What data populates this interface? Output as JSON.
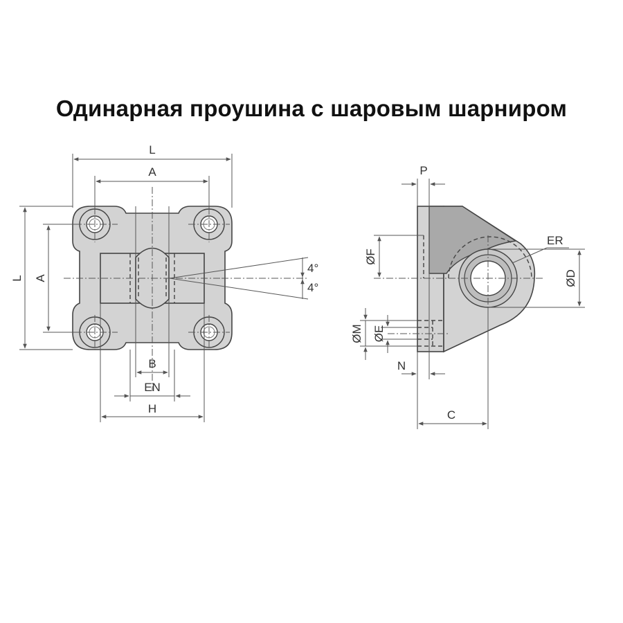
{
  "title": "Одинарная проушина с шаровым шарниром",
  "front_view": {
    "labels": {
      "L_top": "L",
      "A_top": "A",
      "L_side": "L",
      "A_side": "A",
      "angle_upper": "4°",
      "angle_lower": "4°",
      "B": "B",
      "EN": "EN",
      "H": "H"
    }
  },
  "side_view": {
    "labels": {
      "P": "P",
      "F": "ØF",
      "ER": "ER",
      "D": "ØD",
      "M": "ØM",
      "E": "ØE",
      "N": "N",
      "C": "C"
    }
  }
}
